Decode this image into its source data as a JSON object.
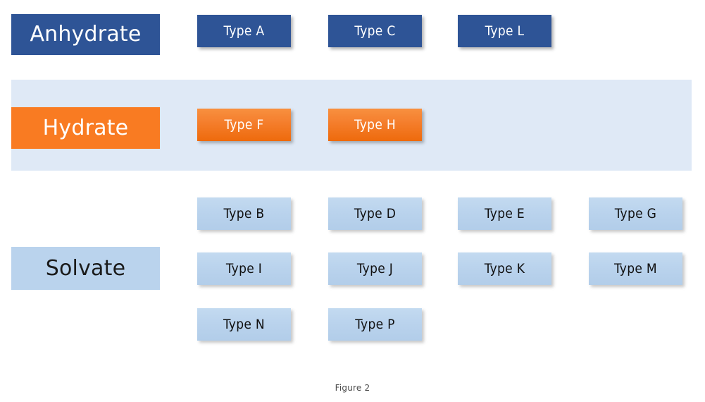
{
  "figure": {
    "caption": "Figure 2",
    "colors": {
      "anhydrate": "#2e5496",
      "hydrate": "#f97b22",
      "solvate": "#bad3ed",
      "band": "#dfe9f6",
      "background": "#ffffff"
    }
  },
  "rows": [
    {
      "key": "anhydrate",
      "label": "Anhydrate",
      "tone": "dark-blue",
      "banded": false,
      "items": [
        {
          "label": "Type A",
          "col": 0,
          "line": 0
        },
        {
          "label": "Type C",
          "col": 1,
          "line": 0
        },
        {
          "label": "Type L",
          "col": 2,
          "line": 0
        }
      ]
    },
    {
      "key": "hydrate",
      "label": "Hydrate",
      "tone": "orange",
      "banded": true,
      "items": [
        {
          "label": "Type F",
          "col": 0,
          "line": 0
        },
        {
          "label": "Type H",
          "col": 1,
          "line": 0
        }
      ]
    },
    {
      "key": "solvate",
      "label": "Solvate",
      "tone": "light-blue",
      "banded": false,
      "items": [
        {
          "label": "Type B",
          "col": 0,
          "line": 0
        },
        {
          "label": "Type D",
          "col": 1,
          "line": 0
        },
        {
          "label": "Type E",
          "col": 2,
          "line": 0
        },
        {
          "label": "Type G",
          "col": 3,
          "line": 0
        },
        {
          "label": "Type I",
          "col": 0,
          "line": 1
        },
        {
          "label": "Type J",
          "col": 1,
          "line": 1
        },
        {
          "label": "Type K",
          "col": 2,
          "line": 1
        },
        {
          "label": "Type M",
          "col": 3,
          "line": 1
        },
        {
          "label": "Type N",
          "col": 0,
          "line": 2
        },
        {
          "label": "Type P",
          "col": 1,
          "line": 2
        }
      ]
    }
  ]
}
